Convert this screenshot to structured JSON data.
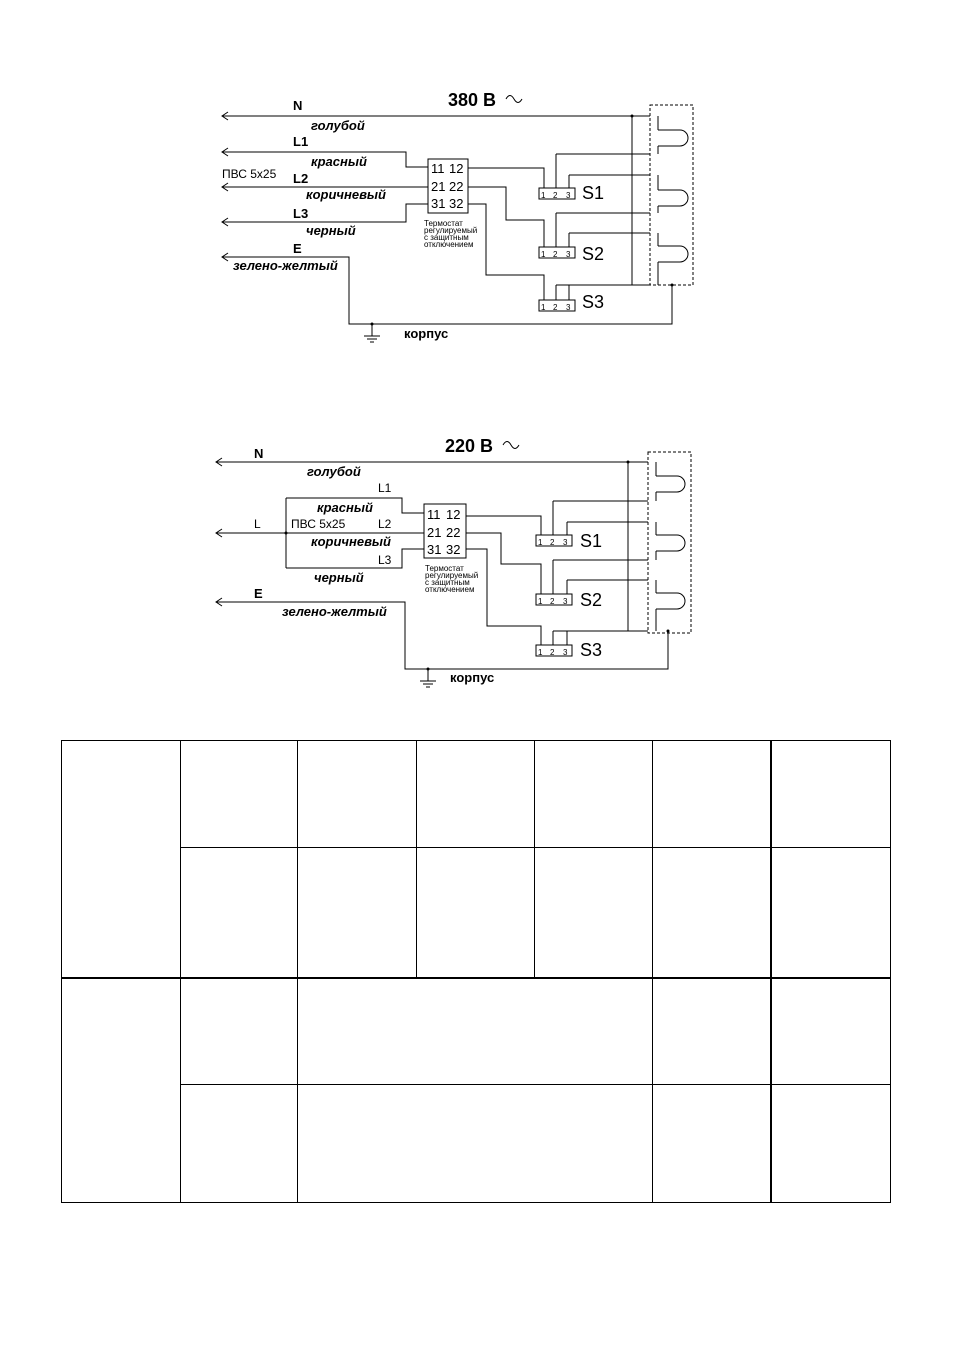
{
  "diagram_380": {
    "voltage": "380 В",
    "wires": [
      {
        "code": "N",
        "color": "голубой"
      },
      {
        "code": "L1",
        "color": "красный"
      },
      {
        "code": "L2",
        "color": "коричневый"
      },
      {
        "code": "L3",
        "color": "черный"
      },
      {
        "code": "E",
        "color": "зелено-желтый"
      }
    ],
    "cable": "ПВС 5х25",
    "thermostat_terminals": [
      "11",
      "12",
      "21",
      "22",
      "31",
      "32"
    ],
    "thermostat_label": [
      "Термостат",
      "регулируемый",
      "с защитным",
      "отключением"
    ],
    "switches": [
      "S1",
      "S2",
      "S3"
    ],
    "pins": [
      "1",
      "2",
      "3"
    ],
    "ground": "корпус"
  },
  "diagram_220": {
    "voltage": "220 В",
    "wires": [
      {
        "code": "N",
        "color": "голубой"
      },
      {
        "code": "L1",
        "color": "красный"
      },
      {
        "code": "L2",
        "color": "коричневый"
      },
      {
        "code": "L3",
        "color": "черный"
      },
      {
        "code": "E",
        "color": "зелено-желтый"
      }
    ],
    "input": "L",
    "cable": "ПВС 5х25",
    "thermostat_terminals": [
      "11",
      "12",
      "21",
      "22",
      "31",
      "32"
    ],
    "thermostat_label": [
      "Термостат",
      "регулируемый",
      "с защитным",
      "отключением"
    ],
    "switches": [
      "S1",
      "S2",
      "S3"
    ],
    "pins": [
      "1",
      "2",
      "3"
    ],
    "ground": "корпус"
  }
}
